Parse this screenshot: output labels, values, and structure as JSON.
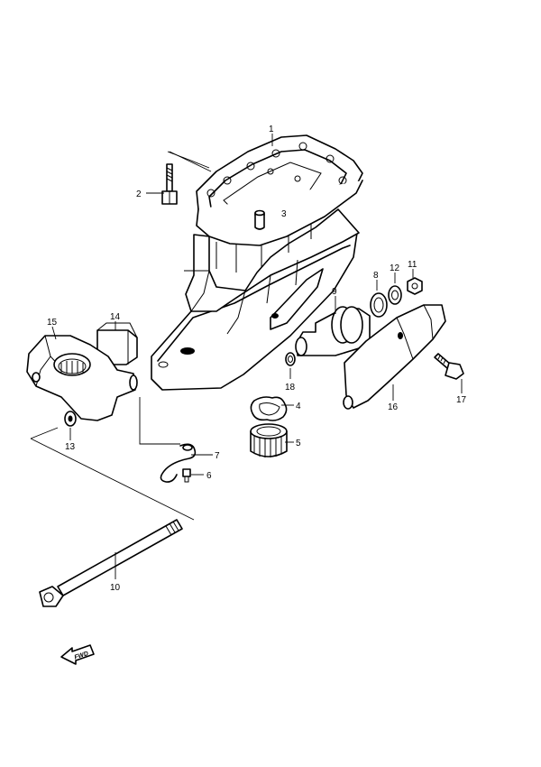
{
  "callouts": [
    {
      "id": "c1",
      "label": "1"
    },
    {
      "id": "c2",
      "label": "2"
    },
    {
      "id": "c3",
      "label": "3"
    },
    {
      "id": "c4",
      "label": "4"
    },
    {
      "id": "c5",
      "label": "5"
    },
    {
      "id": "c6",
      "label": "6"
    },
    {
      "id": "c7",
      "label": "7"
    },
    {
      "id": "c8",
      "label": "8"
    },
    {
      "id": "c9",
      "label": "9"
    },
    {
      "id": "c10",
      "label": "10"
    },
    {
      "id": "c11",
      "label": "11"
    },
    {
      "id": "c12",
      "label": "12"
    },
    {
      "id": "c13",
      "label": "13"
    },
    {
      "id": "c14",
      "label": "14"
    },
    {
      "id": "c15",
      "label": "15"
    },
    {
      "id": "c16",
      "label": "16"
    },
    {
      "id": "c17",
      "label": "17"
    },
    {
      "id": "c18",
      "label": "18"
    }
  ],
  "fwd_marker": {
    "label": "FWD",
    "icon": "forward-arrow-icon"
  }
}
